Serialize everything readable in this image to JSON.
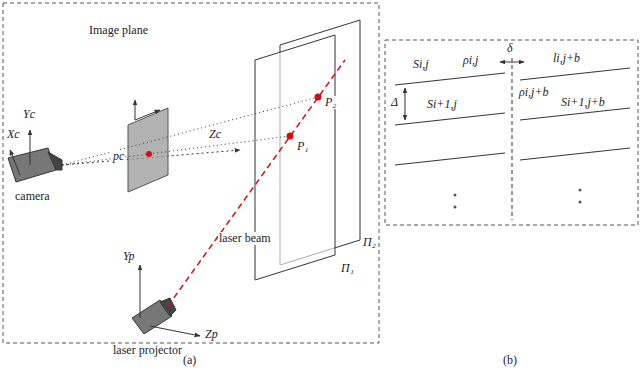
{
  "diagram": {
    "labels": [
      "Image plane",
      "pc",
      "Xc",
      "Yc",
      "Zc",
      "camera",
      "Yp",
      "Zp",
      "laser projector",
      "laser beam",
      "P₁",
      "P₂",
      "Π₁",
      "Π₂",
      "(a)",
      "Si,j",
      "ρi,j",
      "li,j+b",
      "ρi,j+b",
      "Si+1,j",
      "Si+1,j+b",
      "Δ",
      "δ",
      "(b)"
    ]
  }
}
